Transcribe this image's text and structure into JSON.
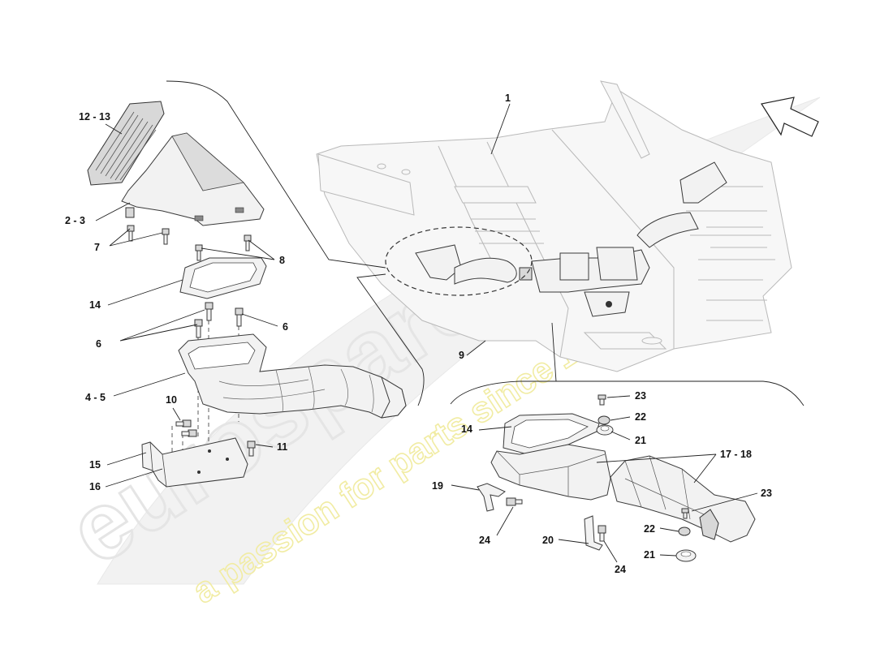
{
  "watermark": {
    "brand_text": "eurospares",
    "tagline_text": "a passion for parts since 1985",
    "brand_color": "#e3e3e3",
    "tagline_color": "#f0ea9a"
  },
  "callouts": {
    "c1": "1",
    "c2_3": "2 - 3",
    "c4_5": "4 - 5",
    "c6a": "6",
    "c6b": "6",
    "c7": "7",
    "c8": "8",
    "c9": "9",
    "c10": "10",
    "c11": "11",
    "c12_13": "12 - 13",
    "c14a": "14",
    "c14b": "14",
    "c15": "15",
    "c16": "16",
    "c17_18": "17 - 18",
    "c19": "19",
    "c20": "20",
    "c21a": "21",
    "c21b": "21",
    "c22a": "22",
    "c22b": "22",
    "c23a": "23",
    "c23b": "23",
    "c24a": "24",
    "c24b": "24"
  },
  "icons": {
    "direction_arrow": "front-direction-arrow-icon"
  }
}
